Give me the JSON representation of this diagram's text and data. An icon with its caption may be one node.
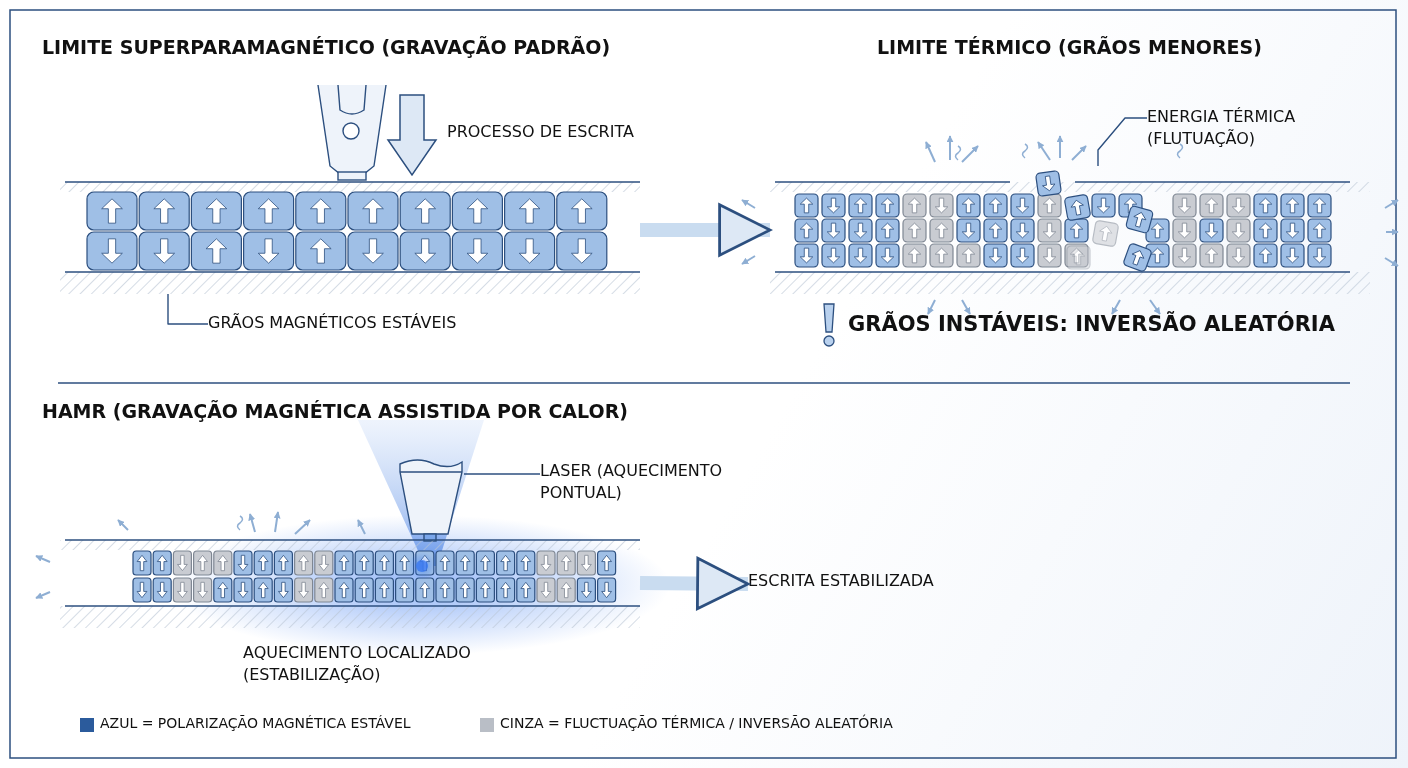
{
  "diagram": {
    "nodes": [
      {
        "text": [],
        "shape": "picture"
      },
      {
        "text": [
          "GRÃOS MAGNÉTICOS ESTÁVEIS"
        ]
      },
      {
        "text": [],
        "shape": "picture"
      },
      {
        "text": [
          "ENERGIA TÉRMICA (FLUTUAÇÃO)"
        ]
      },
      {
        "text": [],
        "shape": "picture"
      },
      {
        "text": [
          "LASER (AQUECIMENTO PONTUAL)"
        ]
      },
      {
        "text": [],
        "shape": "picture"
      },
      {
        "text": [
          "ESCRITA ESTABILIZADA"
        ]
      }
    ],
    "edges": [
      {
        "from": 1,
        "to": 0,
        "arrow": "none"
      },
      {
        "from": 0,
        "to": 2,
        "arrow": "to",
        "style": "thick",
        "color": "#c9dcf0"
      },
      {
        "from": 3,
        "to": 2,
        "arrow": "none"
      },
      {
        "from": 5,
        "to": 4,
        "arrow": "none"
      },
      {
        "from": 6,
        "to": 7,
        "arrow": "to",
        "style": "thick",
        "color": "#c9dcf0"
      }
    ],
    "labels": [
      "LIMITE SUPERPARAMAGNÉTICO (GRAVAÇÃO PADRÃO)",
      "PROCESSO DE ESCRITA",
      "LIMITE TÉRMICO (GRÃOS MENORES)",
      "GRÃOS INSTÁVEIS: INVERSÃO ALEATÓRIA",
      "HAMR (GRAVAÇÃO MAGNÉTICA ASSISTIDA POR CALOR)",
      "AQUECIMENTO LOCALIZADO (ESTABILIZAÇÃO)"
    ],
    "legend": [
      {
        "text": "AZUL = POLARIZAÇÃO MAGNÉTICA ESTÁVEL",
        "color": "#2b5b9c"
      },
      {
        "text": "CINZA = FLUCTUAÇÃO TÉRMICA / INVERSÃO ALEATÓRIA",
        "color": "#b9bec6"
      }
    ]
  }
}
